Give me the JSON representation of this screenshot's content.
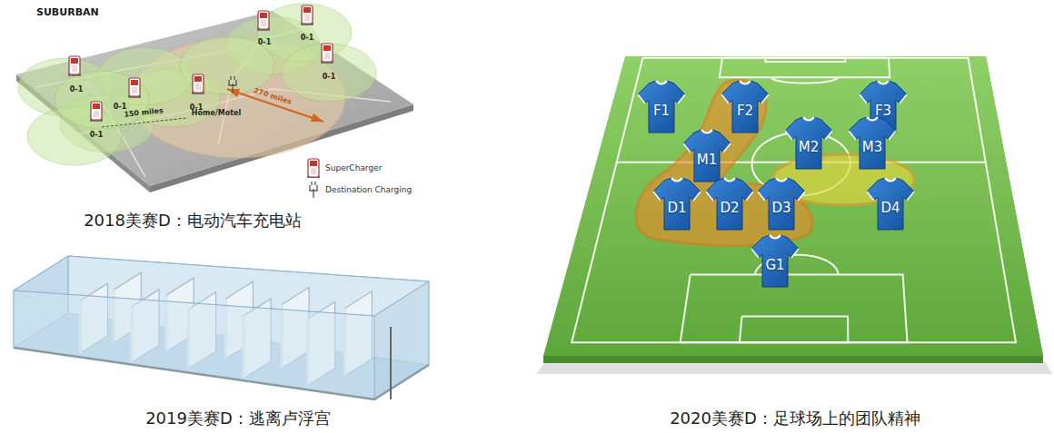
{
  "diagram": {
    "nodes": [
      {
        "text": [
          "F1"
        ]
      },
      {
        "text": [
          "F2"
        ]
      },
      {
        "text": [
          "F3"
        ]
      },
      {
        "text": [
          "M1"
        ]
      },
      {
        "text": [
          "M2"
        ]
      },
      {
        "text": [
          "M3"
        ]
      },
      {
        "text": [
          "D1"
        ]
      },
      {
        "text": [
          "D2"
        ]
      },
      {
        "text": [
          "D3"
        ]
      },
      {
        "text": [
          "D4"
        ]
      },
      {
        "text": [
          "G1"
        ]
      }
    ],
    "labels": [
      "SUBURBAN",
      "0-1",
      "0-1",
      "0-1",
      "0-1",
      "0-1",
      "0-1",
      "0-1",
      "150 miles",
      "270 miles",
      "Home/Motel",
      "2018美赛D：电动汽车充电站",
      "2019美赛D：逃离卢浮宫",
      "2020美赛D：足球场上的团队精神"
    ],
    "legend": [
      {
        "text": "SuperCharger"
      },
      {
        "text": "Destination Charging"
      }
    ]
  }
}
